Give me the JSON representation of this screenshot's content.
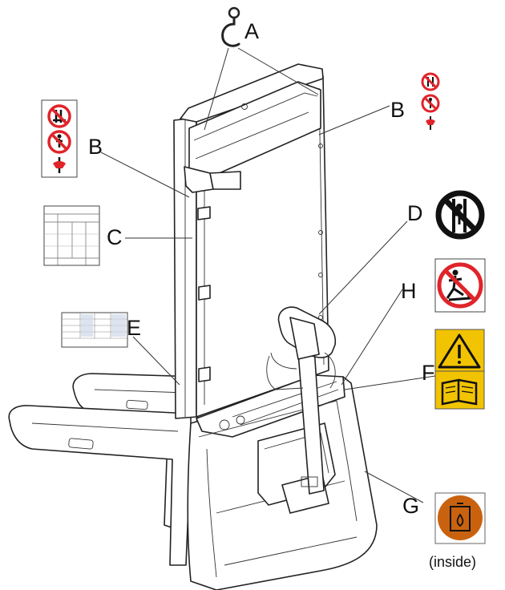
{
  "labels": {
    "A": "A",
    "B_left": "B",
    "B_right": "B",
    "C": "C",
    "D": "D",
    "E": "E",
    "F": "F",
    "G": "G",
    "H": "H"
  },
  "g_note": "(inside)",
  "icons": {
    "lifting_hook": "hook-icon",
    "no_standing_under_fork": "no-standing-under-forks-icon",
    "no_person_under_load": "no-person-under-load-icon",
    "hand_crush": "hand-crush-warning-icon",
    "no_hands_in_mast": "no-hands-in-mast-icon",
    "no_riding": "no-riding-icon",
    "warning_triangle": "warning-triangle-icon",
    "read_manual": "read-manual-icon",
    "hydraulic_oil": "hydraulic-oil-icon"
  },
  "colors": {
    "prohibition_red": "#e0242a",
    "warning_yellow": "#f2c300",
    "oil_orange": "#c9620f",
    "outline": "#222222"
  }
}
